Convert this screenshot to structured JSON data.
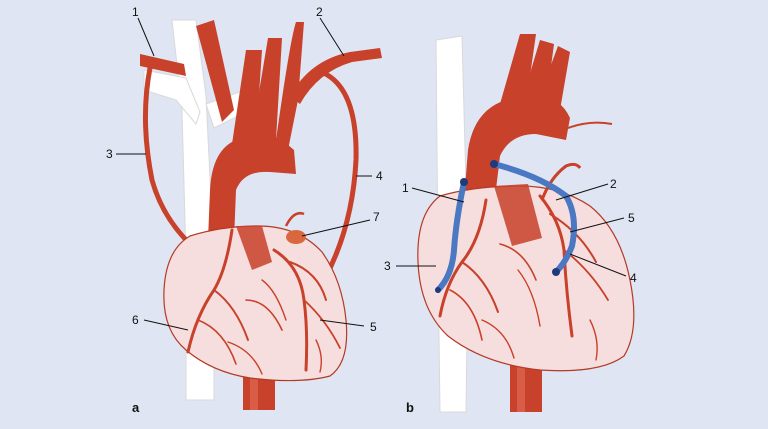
{
  "colors": {
    "background": "#dfe5f2",
    "artery": "#c8412a",
    "artery_dark": "#a8321f",
    "heart_fill": "#f7dede",
    "heart_outline": "#b33a25",
    "vein_white": "#ffffff",
    "graft_blue": "#4a78c2",
    "anastomosis": "#1f3a7a"
  },
  "panels": {
    "a": {
      "label": "a",
      "callouts": [
        "1",
        "2",
        "3",
        "4",
        "5",
        "6",
        "7"
      ]
    },
    "b": {
      "label": "b",
      "callouts": [
        "1",
        "2",
        "3",
        "4",
        "5"
      ]
    }
  }
}
